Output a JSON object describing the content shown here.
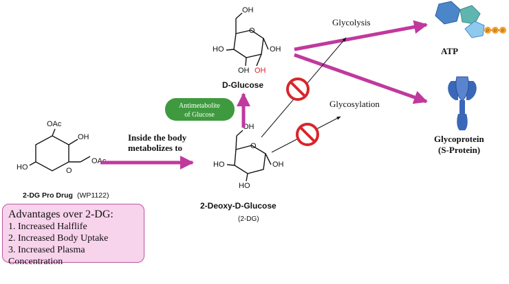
{
  "molecules": {
    "prodrug": {
      "name": "2-DG Pro Drug",
      "code": "(WP1122)",
      "groups": [
        "OAc",
        "OH",
        "OAc",
        "HO"
      ]
    },
    "glucose": {
      "name": "D-Glucose",
      "groups": [
        "OH",
        "OH",
        "HO",
        "OH",
        "OH"
      ]
    },
    "deoxyglucose": {
      "name": "2-Deoxy-D-Glucose",
      "abbr": "(2-DG)",
      "groups": [
        "OH",
        "HO",
        "OH",
        "HO"
      ]
    },
    "ring_oxygen": "O"
  },
  "labels": {
    "metabolize_line1": "Inside the body",
    "metabolize_line2": "metabolizes to",
    "antimetabolite_line1": "Antimetabolite",
    "antimetabolite_line2": "of Glucose",
    "glycolysis": "Glycolysis",
    "glycosylation": "Glycosylation",
    "atp": "ATP",
    "glycoprotein": "Glycoprotein",
    "sprotein": "(S-Protein)",
    "atp_phosphate": "P"
  },
  "advantages": {
    "title": "Advantages over 2-DG:",
    "items": [
      "1. Increased Halflife",
      "2. Increased Body Uptake",
      "3. Increased Plasma",
      "Concentration"
    ]
  },
  "colors": {
    "arrow_magenta": "#c0399d",
    "box_fill": "#f8d3ec",
    "box_border": "#b9559f",
    "pill_green": "#3f9a3f",
    "no_symbol_red": "#d7262b",
    "glucose_highlight_oh": "#e0202a",
    "atp_blue": "#4a86c8",
    "atp_teal": "#5fb6b0",
    "atp_phosphate_orange": "#f2a12e",
    "protein_blue": "#3a67b8"
  },
  "icons": [
    "atp-molecule-icon",
    "glycoprotein-icon",
    "no-entry-icon"
  ]
}
